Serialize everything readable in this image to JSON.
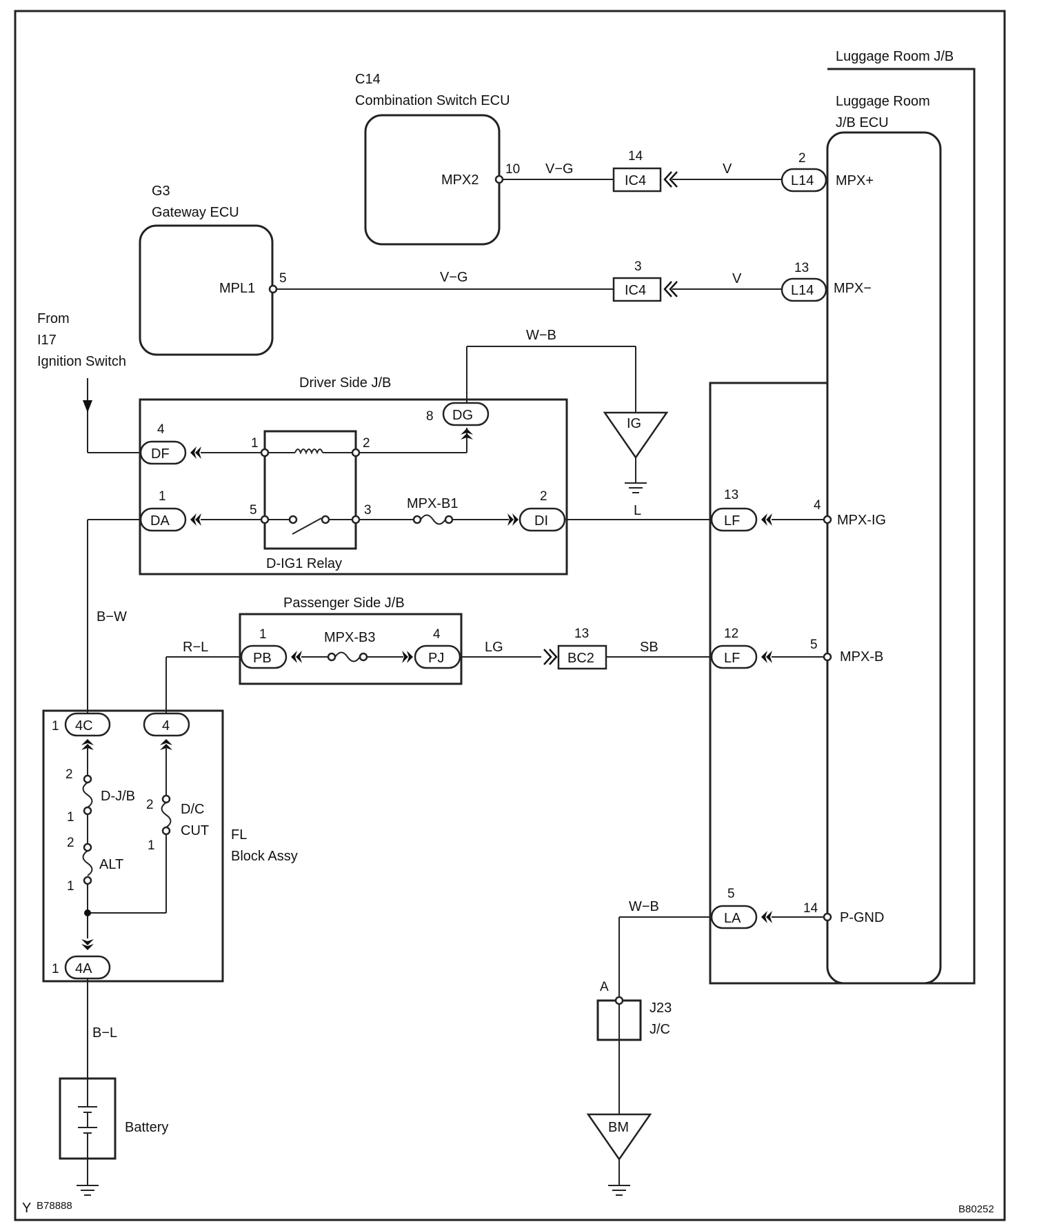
{
  "luggage_jb": {
    "title": "Luggage Room J/B",
    "ecu_line1": "Luggage Room",
    "ecu_line2": "J/B ECU"
  },
  "combination_ecu": {
    "code": "C14",
    "name": "Combination Switch ECU",
    "terminal": "MPX2",
    "pin": "10"
  },
  "gateway_ecu": {
    "code": "G3",
    "name": "Gateway ECU",
    "terminal": "MPL1",
    "pin": "5"
  },
  "ignition": {
    "line1": "From",
    "line2": "I17",
    "line3": "Ignition Switch"
  },
  "driver_jb": {
    "title": "Driver Side J/B",
    "relay": "D-IG1 Relay",
    "fuse": "MPX-B1"
  },
  "passenger_jb": {
    "title": "Passenger Side J/B",
    "fuse": "MPX-B3"
  },
  "fl_block": {
    "line1": "FL",
    "line2": "Block Assy",
    "fuse_djb": "D-J/B",
    "fuse_alt": "ALT",
    "fuse_dc1": "D/C",
    "fuse_dc2": "CUT"
  },
  "battery": {
    "label": "Battery"
  },
  "jc": {
    "code": "J23",
    "name": "J/C",
    "pin": "A"
  },
  "grounds": {
    "ig": "IG",
    "bm": "BM"
  },
  "connectors": {
    "ic4_top": "IC4",
    "ic4_top_pin": "14",
    "ic4_mid": "IC4",
    "ic4_mid_pin": "3",
    "l14_top": "L14",
    "l14_top_pin": "2",
    "l14_mid": "L14",
    "l14_mid_pin": "13",
    "dg": "DG",
    "dg_pin": "8",
    "df": "DF",
    "df_pin": "4",
    "da": "DA",
    "da_pin": "1",
    "di": "DI",
    "di_pin": "2",
    "lf_top": "LF",
    "lf_top_pin": "13",
    "lf_mid": "LF",
    "lf_mid_pin": "12",
    "la": "LA",
    "la_pin": "5",
    "pb": "PB",
    "pb_pin": "1",
    "pj": "PJ",
    "pj_pin": "4",
    "bc2": "BC2",
    "bc2_pin": "13",
    "c4c": "4C",
    "c4c_pin": "1",
    "c4": "4",
    "c4a": "4A",
    "c4a_pin": "1"
  },
  "ecu_terminals": {
    "mpx_plus": "MPX+",
    "mpx_minus": "MPX−",
    "mpx_ig": "MPX-IG",
    "mpx_ig_pin": "4",
    "mpx_b": "MPX-B",
    "mpx_b_pin": "5",
    "p_gnd": "P-GND",
    "p_gnd_pin": "14"
  },
  "relay_pins": {
    "p1": "1",
    "p2": "2",
    "p3": "3",
    "p5": "5"
  },
  "fuse_pins": {
    "djb_top": "2",
    "djb_bot": "1",
    "alt_top": "2",
    "alt_bot": "1",
    "dc_top": "2",
    "dc_bot": "1"
  },
  "wires": {
    "vg_top": "V−G",
    "v_top": "V",
    "vg_mid": "V−G",
    "v_mid": "V",
    "wb_top": "W−B",
    "l": "L",
    "bw": "B−W",
    "rl": "R−L",
    "lg": "LG",
    "sb": "SB",
    "wb_bot": "W−B",
    "bl": "B−L"
  },
  "footer": {
    "left_letter": "Y",
    "left_code": "B78888",
    "right_code": "B80252"
  }
}
